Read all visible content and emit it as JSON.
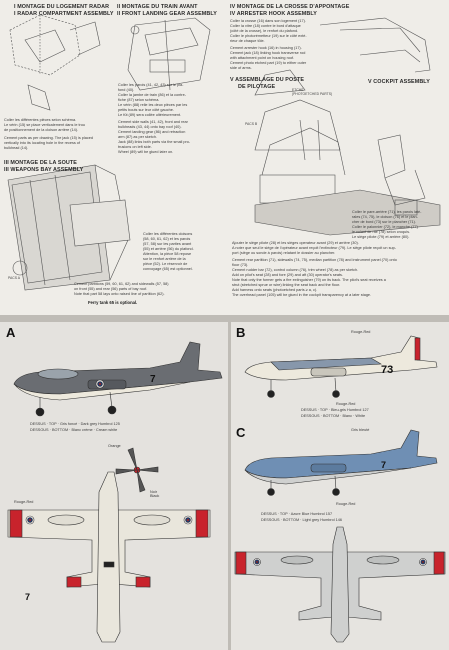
{
  "sections": {
    "s1": [
      "I   MONTAGE DU LOGEMENT RADAR",
      "I   RADAR COMPARTMENT ASSEMBLY"
    ],
    "s2": [
      "II   MONTAGE DU TRAIN AVANT",
      "II   FRONT LANDING GEAR ASSEMBLY"
    ],
    "s3": [
      "III   MONTAGE DE LA SOUTE",
      "III   WEAPONS BAY ASSEMBLY"
    ],
    "s4": [
      "IV   MONTAGE DE LA CROSSE D'APPONTAGE",
      "IV   ARRESTER HOOK ASSEMBLY"
    ],
    "s5": [
      "V   ASSEMBLAGE DU POSTE",
      "DE PILOTAGE"
    ],
    "s5b": "V   COCKPIT ASSEMBLY"
  },
  "texts": {
    "radar_fr": [
      "Coller les différentes pièces selon schéma.",
      "Le vérin (15) se place verticalement dans le trou",
      "de positionnement de la cloison arrière (14)."
    ],
    "radar_en": [
      "Cement parts as per drawing. The jack (15) is placed",
      "vertically into its locating hole in the recess of",
      "bulkhead (14)."
    ],
    "gear_fr": [
      "Coller les parois (41, 42, 43) sur le pla-",
      "fond (40).",
      "Coller la jambe de train (86) et la contre-",
      "fiche (87) selon schéma.",
      "Le vérin (88) relie les deux pièces par les",
      "petits bouts sur leur côté gauche.",
      "Le fût (89) sera collée ultérieurement."
    ],
    "gear_en": [
      "Cement side walls (41, 42), front and rear",
      "bulkheads (43, 44) onto bay roof (40).",
      "Cement landing gear (86) and retraction",
      "arm (87) as per sketch.",
      "Jack (88) links both parts via the small pro-",
      "trusions on left side.",
      "Wheel (89) will be glued later on."
    ],
    "bay_fr": [
      "Coller les différentes cloisons",
      "(58, 60, 61, 62) et les parois",
      "(57, 58) sur les parties avant",
      "(55) et arrière (56) du plafond.",
      "Attention, la pièce 58 repose",
      "sur le renfort arrière de la",
      "pièce (52). Le réservoir de",
      "convoyage (65) est optionnel."
    ],
    "bay_en": [
      "Cement partitions (59, 60, 61, 62) and sidewalls (57, 58)",
      "on front (55) and rear (56) parts of bay roof.",
      "Note that part 58 lays onto raised line of partition (62)."
    ],
    "ferry": "Ferry tank 65 is optional.",
    "hook_fr": [
      "Coller la crosse (16) dans son logement (17).",
      "Coller la vitre (18) contre le bord d'attaque",
      "(côté de la crosse), le renfort du plafond.",
      "Coller le photorémetteur (19) sur le côté exté-",
      "rieur de chaque tôle."
    ],
    "hook_en": [
      "Cement arrester hook (16) in housing (17).",
      "Cement jack (18) linking hook transverse rod",
      "with attachment point on housing roof.",
      "Cement photo etched part (19) to either outer",
      "side of arms."
    ],
    "cockpit_fr": [
      "Coller le pare-arrière (71), les parois laté-",
      "rales (74, 75), le cloison (76) et le plan-",
      "cher de bord (73) sur le plancher (71).",
      "Coller le palonnier (72), le manche (77)",
      "le volant de rite (78) selon croquis.",
      "Le siège pilote (79) et arrière (80)."
    ],
    "cockpit_fr2": [
      "Ajouter le siège pilote (28) et les sièges operateur avant (29) et arrière (30).",
      "A noter que seul le siège de l'opérateur avant reçoit l'extincteur (79). Le siège pilote reçoit un sup-",
      "port (siège ou sonde à parois) relatant le dossier au plancher."
    ],
    "cockpit_en": [
      "Cement rear partition (71), sidewalls (74, 75), median partition (78) and instrument panel (70) onto",
      "floor (73).",
      "Cement rudder bar (72), control column (76), trim wheel (78) as per sketch.",
      "Add on pilot's seat (28) and fore (29) and aft (30) operator's seats.",
      "Note that only the former gets a fire extinguisher (79) on its back. The pilot's seat receives a",
      "strut (stretched sprue or wire) linking the seat back and the floor.",
      "Add harness onto seats (photoetched parts ≥ a, c).",
      "The overhead panel (105) will be glued in the cockpit transparency at a later stage."
    ],
    "etch": "ETCHÉ\n(PHOTOETCHED PARTS)",
    "parts_a": "PACS A",
    "parts_b": "PACS B"
  },
  "profiles": {
    "a": {
      "letter": "A",
      "top": "DESSUS · TOP · Gris foncé · Dark grey Humbrol 125",
      "bottom": "DESSOUS · BOTTOM · Blanc crème · Cream white",
      "color_orange": "Orange",
      "color_red": "Rouge-Red",
      "color_black": "Noir\nBlack",
      "code": "7"
    },
    "b": {
      "letter": "B",
      "red": "Rouge-Red",
      "top": "DESSUS · TOP · Bleu-gris Humbrol 127",
      "bottom": "DESSOUS · BOTTOM · Blanc · White",
      "code": "73"
    },
    "c": {
      "letter": "C",
      "grey": "Gris bleuté",
      "red": "Rouge-Red",
      "top": "DESSUS · TOP · Azure Blue Humbrol 157",
      "bottom": "DESSOUS · BOTTOM · Light grey Humbrol 146",
      "code": "7"
    }
  }
}
